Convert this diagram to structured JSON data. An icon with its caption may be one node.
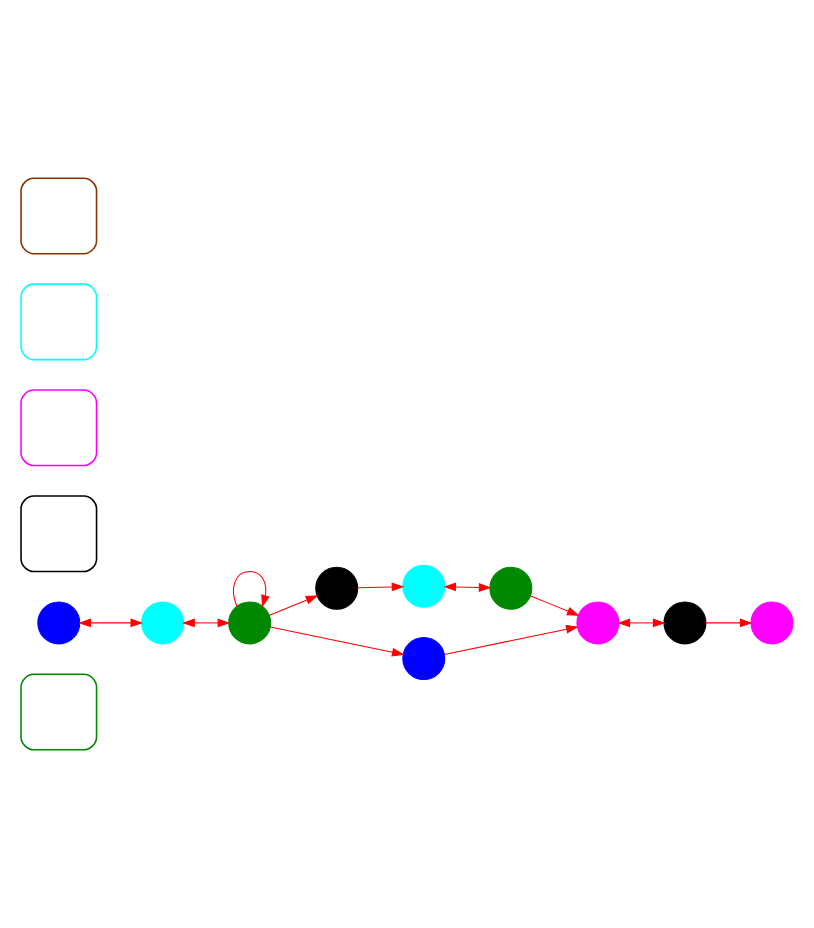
{
  "diagram": {
    "nodes": [
      {
        "text": [],
        "shape": "box"
      },
      {
        "text": [],
        "shape": "circle"
      },
      {
        "text": [],
        "shape": "box"
      },
      {
        "text": [],
        "shape": "circle"
      },
      {
        "text": [],
        "shape": "circle"
      },
      {
        "text": [],
        "shape": "box"
      },
      {
        "text": [],
        "shape": "circle"
      },
      {
        "text": [],
        "shape": "circle"
      },
      {
        "text": [],
        "shape": "circle"
      },
      {
        "text": [],
        "shape": "circle"
      },
      {
        "text": [],
        "shape": "circle"
      },
      {
        "text": [],
        "shape": "box"
      },
      {
        "text": [],
        "shape": "circle"
      },
      {
        "text": [],
        "shape": "box"
      },
      {
        "text": [],
        "shape": "circle"
      }
    ],
    "edges": [
      {
        "from": 1,
        "to": 4,
        "arrow": "both"
      },
      {
        "from": 4,
        "to": 8,
        "arrow": "both"
      },
      {
        "from": 8,
        "to": 8,
        "arrow": "to"
      },
      {
        "from": 8,
        "to": 7,
        "arrow": "to"
      },
      {
        "from": 8,
        "to": 10,
        "arrow": "to"
      },
      {
        "from": 7,
        "to": 3,
        "arrow": "to"
      },
      {
        "from": 3,
        "to": 6,
        "arrow": "both"
      },
      {
        "from": 6,
        "to": 9,
        "arrow": "to"
      },
      {
        "from": 10,
        "to": 9,
        "arrow": "to"
      },
      {
        "from": 9,
        "to": 12,
        "arrow": "both"
      },
      {
        "from": 12,
        "to": 14,
        "arrow": "to"
      }
    ]
  }
}
